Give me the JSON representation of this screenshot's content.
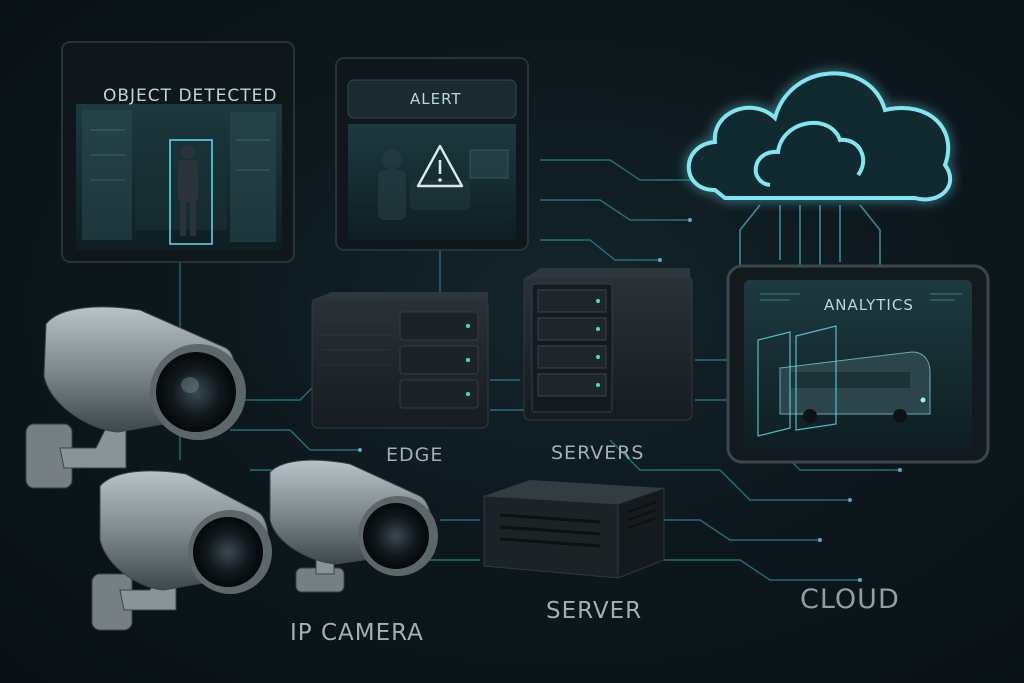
{
  "screens": {
    "object_detected": {
      "title": "OBJECT DETECTED"
    },
    "alert": {
      "title": "ALERT"
    },
    "analytics": {
      "title": "ANALYTICS"
    }
  },
  "labels": {
    "edge": "EDGE",
    "servers": "SERVERS",
    "server": "SERVER",
    "ip_camera": "IP CAMERA",
    "cloud": "CLOUD"
  },
  "colors": {
    "background": "#0b1216",
    "accent_cyan": "#4fd6e8",
    "cloud_glow": "#6fe0ee",
    "label_gray": "#9fb0b6",
    "device_dark": "#1b2227",
    "status_led": "#3fe0c8"
  },
  "icons": [
    "cloud-icon",
    "warning-icon",
    "camera-icon",
    "server-icon",
    "tablet-icon"
  ]
}
